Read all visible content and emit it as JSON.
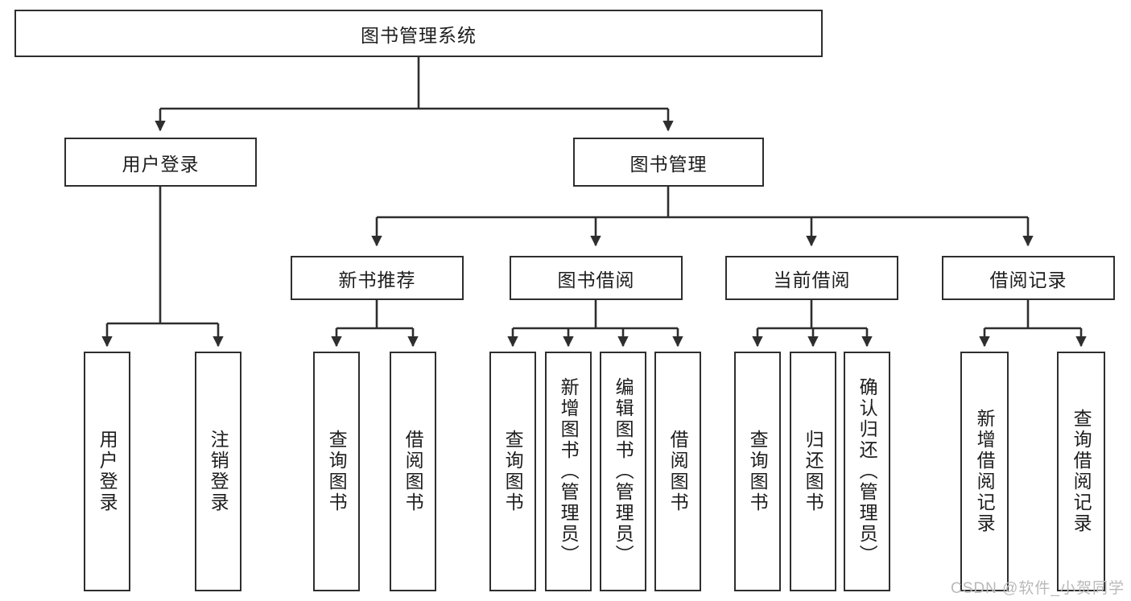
{
  "diagram": {
    "title": "图书管理系统",
    "type": "hierarchy-tree",
    "stroke_color": "#2e2e2e",
    "background_color": "#ffffff",
    "text_color": "#1d1d1d",
    "watermark": "CSDN @软件_小贺同学",
    "levels": {
      "root": {
        "label": "图书管理系统"
      },
      "level2": [
        {
          "label": "用户登录"
        },
        {
          "label": "图书管理"
        }
      ],
      "level3": [
        {
          "label": "新书推荐"
        },
        {
          "label": "图书借阅"
        },
        {
          "label": "当前借阅"
        },
        {
          "label": "借阅记录"
        }
      ],
      "leaves": {
        "user_login": [
          {
            "label": "用户登录"
          },
          {
            "label": "注销登录"
          }
        ],
        "new_book_recommend": [
          {
            "label": "查询图书"
          },
          {
            "label": "借阅图书"
          }
        ],
        "book_borrow": [
          {
            "label": "查询图书"
          },
          {
            "label": "新增图书（管理员）"
          },
          {
            "label": "编辑图书（管理员）"
          },
          {
            "label": "借阅图书"
          }
        ],
        "current_borrow": [
          {
            "label": "查询图书"
          },
          {
            "label": "归还图书"
          },
          {
            "label": "确认归还（管理员）"
          }
        ],
        "borrow_record": [
          {
            "label": "新增借阅记录"
          },
          {
            "label": "查询借阅记录"
          }
        ]
      }
    }
  }
}
